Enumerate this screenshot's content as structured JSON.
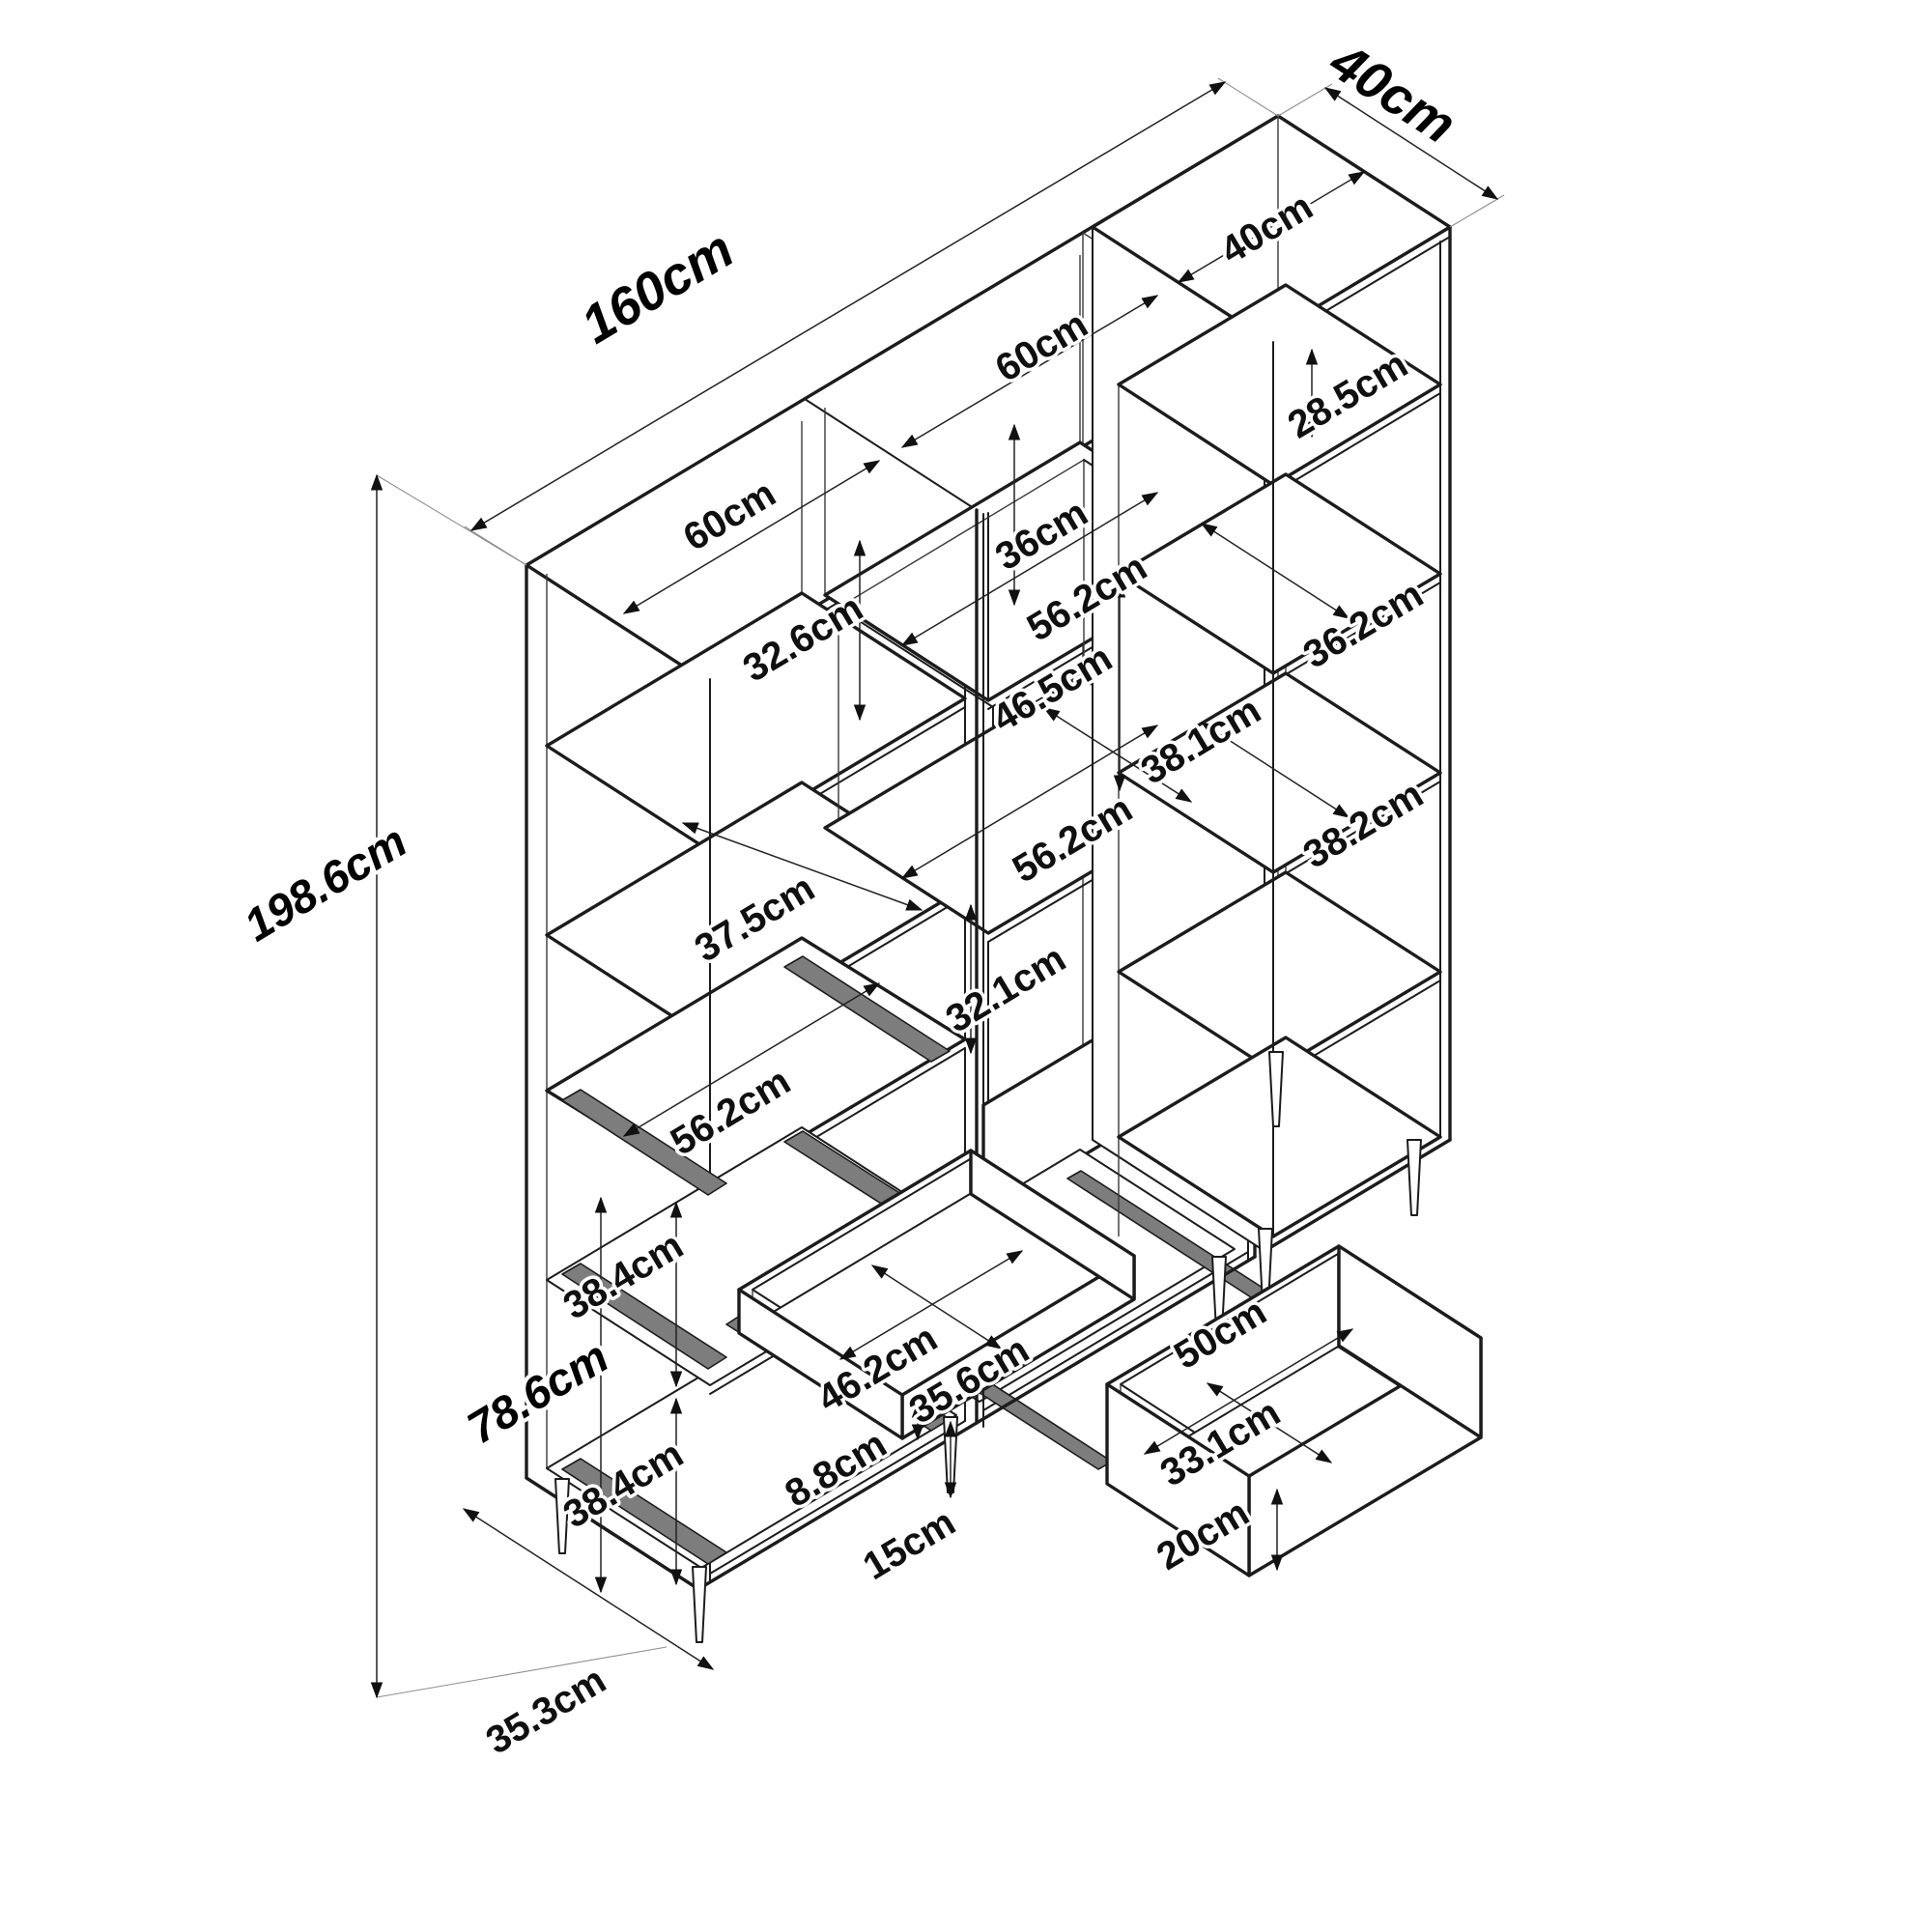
{
  "dimensions": {
    "overall": {
      "width": "160cm",
      "depth": "40cm",
      "height": "198.6cm",
      "lower_section_height": "78.6cm"
    },
    "top": {
      "left_unit_width": "60cm",
      "middle_unit_width": "60cm",
      "right_unit_width": "40cm"
    },
    "left_unit": {
      "top_cubby_height": "32.6cm",
      "middle_cubby_height": "37.5cm",
      "shelf_width": "56.2cm",
      "upper_tray_space": "38.4cm",
      "lower_tray_space": "38.4cm"
    },
    "tray": {
      "width": "46.2cm",
      "depth": "35.6cm",
      "height": "8.8cm"
    },
    "middle_unit": {
      "top_cubby_height": "36cm",
      "top_shelf_width": "56.2cm",
      "open_section_height": "46.5cm",
      "middle_shelf_width": "56.2cm",
      "shelf_depth": "38.1cm",
      "drawer_cubby_height": "32.1cm"
    },
    "drawer": {
      "width": "50cm",
      "depth": "33.1cm",
      "height": "20cm"
    },
    "right_unit": {
      "cubby1_height": "28.5cm",
      "cubby2_height": "36.2cm",
      "cubby3_height": "38.2cm"
    },
    "base": {
      "leg_height": "15cm",
      "depth": "35.3cm"
    }
  }
}
